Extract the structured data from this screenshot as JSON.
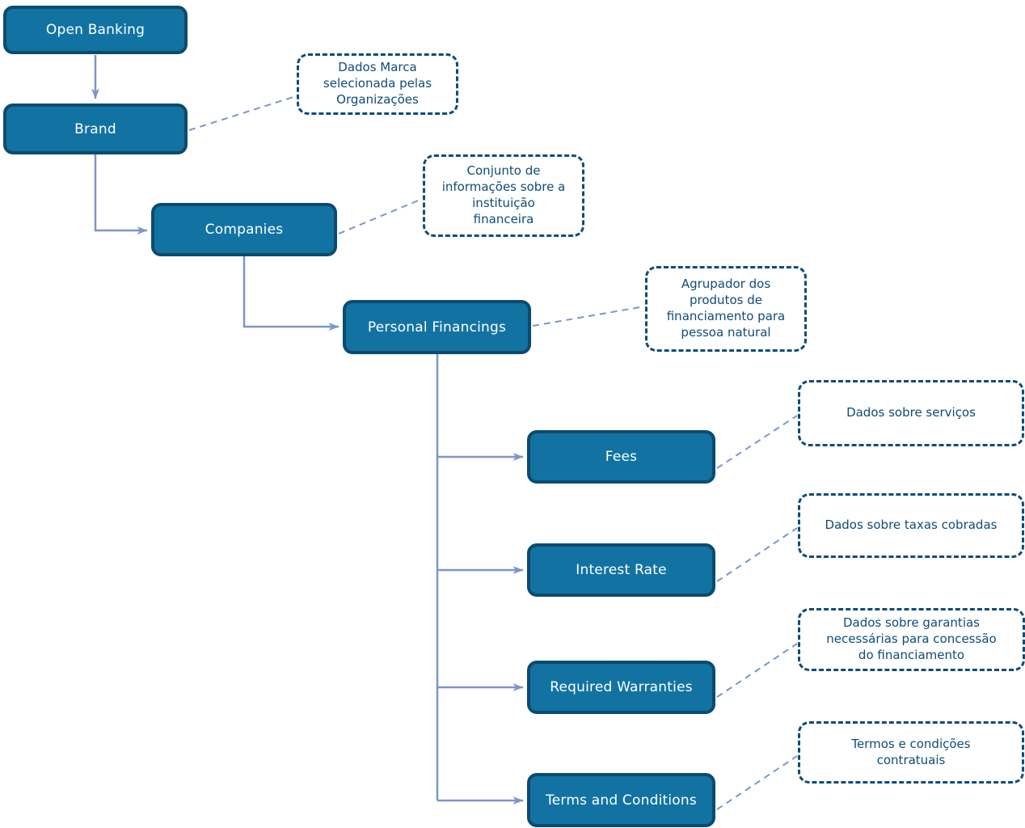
{
  "diagram": {
    "type": "hierarchy-flowchart",
    "language": "pt-BR / en",
    "colors": {
      "node_fill": "#1273A3",
      "node_border": "#0C4B6E",
      "node_text": "#FFFFFF",
      "annotation_border": "#0E4C78",
      "annotation_text": "#0E4C78",
      "connector": "#7C96C9",
      "background": "#FFFFFF"
    },
    "nodes": {
      "open_banking": {
        "label": "Open Banking"
      },
      "brand": {
        "label": "Brand"
      },
      "companies": {
        "label": "Companies"
      },
      "personal_financings": {
        "label": "Personal Financings"
      },
      "fees": {
        "label": "Fees"
      },
      "interest_rate": {
        "label": "Interest Rate"
      },
      "required_warranties": {
        "label": "Required Warranties"
      },
      "terms_and_conditions": {
        "label": "Terms and Conditions"
      }
    },
    "annotations": {
      "brand_note": {
        "text": "Dados Marca\nselecionada pelas\nOrganizações"
      },
      "companies_note": {
        "text": "Conjunto de\ninformações sobre a\ninstituição\nfinanceira"
      },
      "personal_financings_note": {
        "text": "Agrupador dos\nprodutos de\nfinanciamento para\npessoa natural"
      },
      "fees_note": {
        "text": "Dados sobre serviços"
      },
      "interest_rate_note": {
        "text": "Dados sobre taxas cobradas"
      },
      "required_warranties_note": {
        "text": "Dados sobre garantias\nnecessárias para concessão\ndo financiamento"
      },
      "terms_note": {
        "text": "Termos e condições\ncontratuais"
      }
    },
    "edges": {
      "solid": [
        "Open Banking → Brand",
        "Brand → Companies",
        "Companies → Personal Financings",
        "Personal Financings → Fees",
        "Personal Financings → Interest Rate",
        "Personal Financings → Required Warranties",
        "Personal Financings → Terms and Conditions"
      ],
      "dashed": [
        "Brand ⇢ brand_note",
        "Companies ⇢ companies_note",
        "Personal Financings ⇢ personal_financings_note",
        "Fees ⇢ fees_note",
        "Interest Rate ⇢ interest_rate_note",
        "Required Warranties ⇢ required_warranties_note",
        "Terms and Conditions ⇢ terms_note"
      ]
    }
  }
}
